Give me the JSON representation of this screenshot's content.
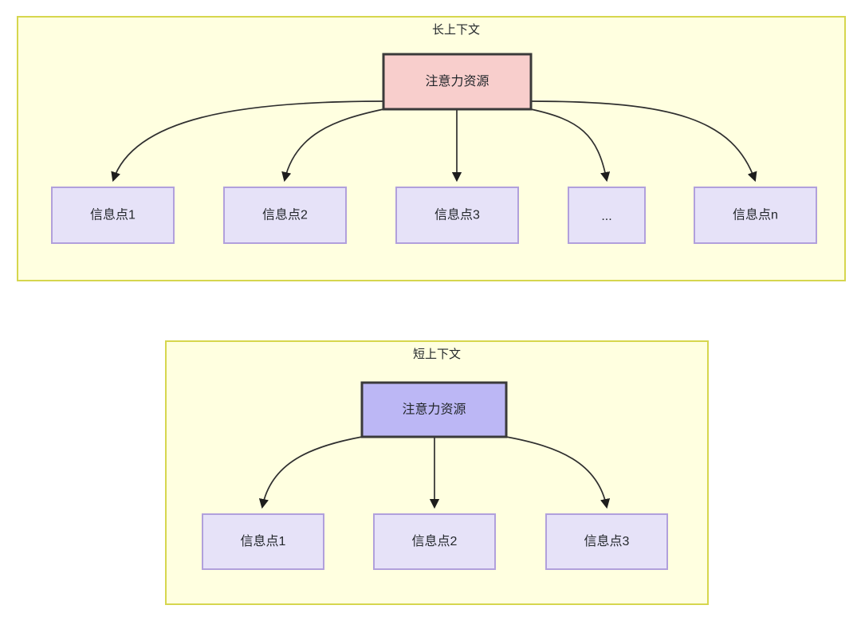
{
  "diagram": {
    "type": "flow-diagram",
    "background_color": "#ffffff",
    "panels": [
      {
        "id": "long-context",
        "title": "长上下文",
        "fill": "#ffffe0",
        "stroke": "#d6d64e",
        "root_node": {
          "label": "注意力资源",
          "fill": "#f8cecc",
          "stroke": "#3a3a3a"
        },
        "leaf_nodes": [
          {
            "label": "信息点1",
            "fill": "#e6e2f8",
            "stroke": "#b1a0dc"
          },
          {
            "label": "信息点2",
            "fill": "#e6e2f8",
            "stroke": "#b1a0dc"
          },
          {
            "label": "信息点3",
            "fill": "#e6e2f8",
            "stroke": "#b1a0dc"
          },
          {
            "label": "...",
            "fill": "#e6e2f8",
            "stroke": "#b1a0dc"
          },
          {
            "label": "信息点n",
            "fill": "#e6e2f8",
            "stroke": "#b1a0dc"
          }
        ],
        "edge_count": 5
      },
      {
        "id": "short-context",
        "title": "短上下文",
        "fill": "#ffffe0",
        "stroke": "#d6d64e",
        "root_node": {
          "label": "注意力资源",
          "fill": "#bcb7f5",
          "stroke": "#3a3a3a"
        },
        "leaf_nodes": [
          {
            "label": "信息点1",
            "fill": "#e6e2f8",
            "stroke": "#b1a0dc"
          },
          {
            "label": "信息点2",
            "fill": "#e6e2f8",
            "stroke": "#b1a0dc"
          },
          {
            "label": "信息点3",
            "fill": "#e6e2f8",
            "stroke": "#b1a0dc"
          }
        ],
        "edge_count": 3
      }
    ]
  }
}
